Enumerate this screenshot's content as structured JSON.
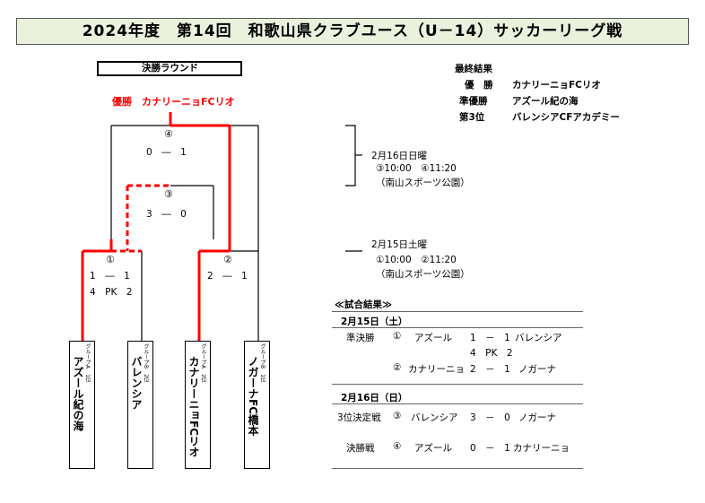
{
  "title": "2024年度　第14回　和歌山県クラブユース（U－14）サッカーリーグ戦",
  "round_label": "決勝ラウンド",
  "champion_line": "優勝　カナリーニョFCリオ",
  "final_results": {
    "heading": "最終結果",
    "rows": [
      {
        "rank": "優　勝",
        "team": "カナリーニョFCリオ"
      },
      {
        "rank": "準優勝",
        "team": "アズール紀の海"
      },
      {
        "rank": "第3位",
        "team": "バレンシアCFアカデミー"
      }
    ]
  },
  "bracket": {
    "m4": {
      "num": "④",
      "score": "0　―　1"
    },
    "m3": {
      "num": "③",
      "score": "3　―　0"
    },
    "m1": {
      "num": "①",
      "score": "1　―　1",
      "pk": "4　PK　2"
    },
    "m2": {
      "num": "②",
      "score": "2　―　1"
    }
  },
  "schedule_day2": {
    "date": "2月16日日曜",
    "times": "③10:00　④11:20",
    "venue": "（南山スポーツ公園）"
  },
  "schedule_day1": {
    "date": "2月15日土曜",
    "times": "①10:00　②11:20",
    "venue": "（南山スポーツ公園）"
  },
  "teams": [
    {
      "group": "グループA　1位",
      "name": "アズール紀の海"
    },
    {
      "group": "グループB　2位",
      "name": "バレンシア"
    },
    {
      "group": "グループA　2位",
      "name": "カナリーニョFCリオ"
    },
    {
      "group": "グループB　1位",
      "name": "ノガーナFC橋本"
    }
  ],
  "match_results": {
    "heading": "≪試合結果≫",
    "day1": {
      "date": "2月15日（土）",
      "stage": "準決勝",
      "g1": {
        "num": "①",
        "home": "アズール",
        "score": "1　－　1",
        "away": "バレンシア",
        "pk": "4　PK　2"
      },
      "g2": {
        "num": "②",
        "home": "カナリーニョ",
        "score": "2　－　1",
        "away": "ノガーナ"
      }
    },
    "day2": {
      "date": "2月16日（日）",
      "g3": {
        "stage": "3位決定戦",
        "num": "③",
        "home": "バレンシア",
        "score": "3　－　0",
        "away": "ノガーナ"
      },
      "g4": {
        "stage": "決勝戦",
        "num": "④",
        "home": "アズール",
        "score": "0　－　1",
        "away": "カナリーニョ"
      }
    }
  },
  "colors": {
    "accent": "#ff0000",
    "title_bg": "#eaf1dd"
  }
}
